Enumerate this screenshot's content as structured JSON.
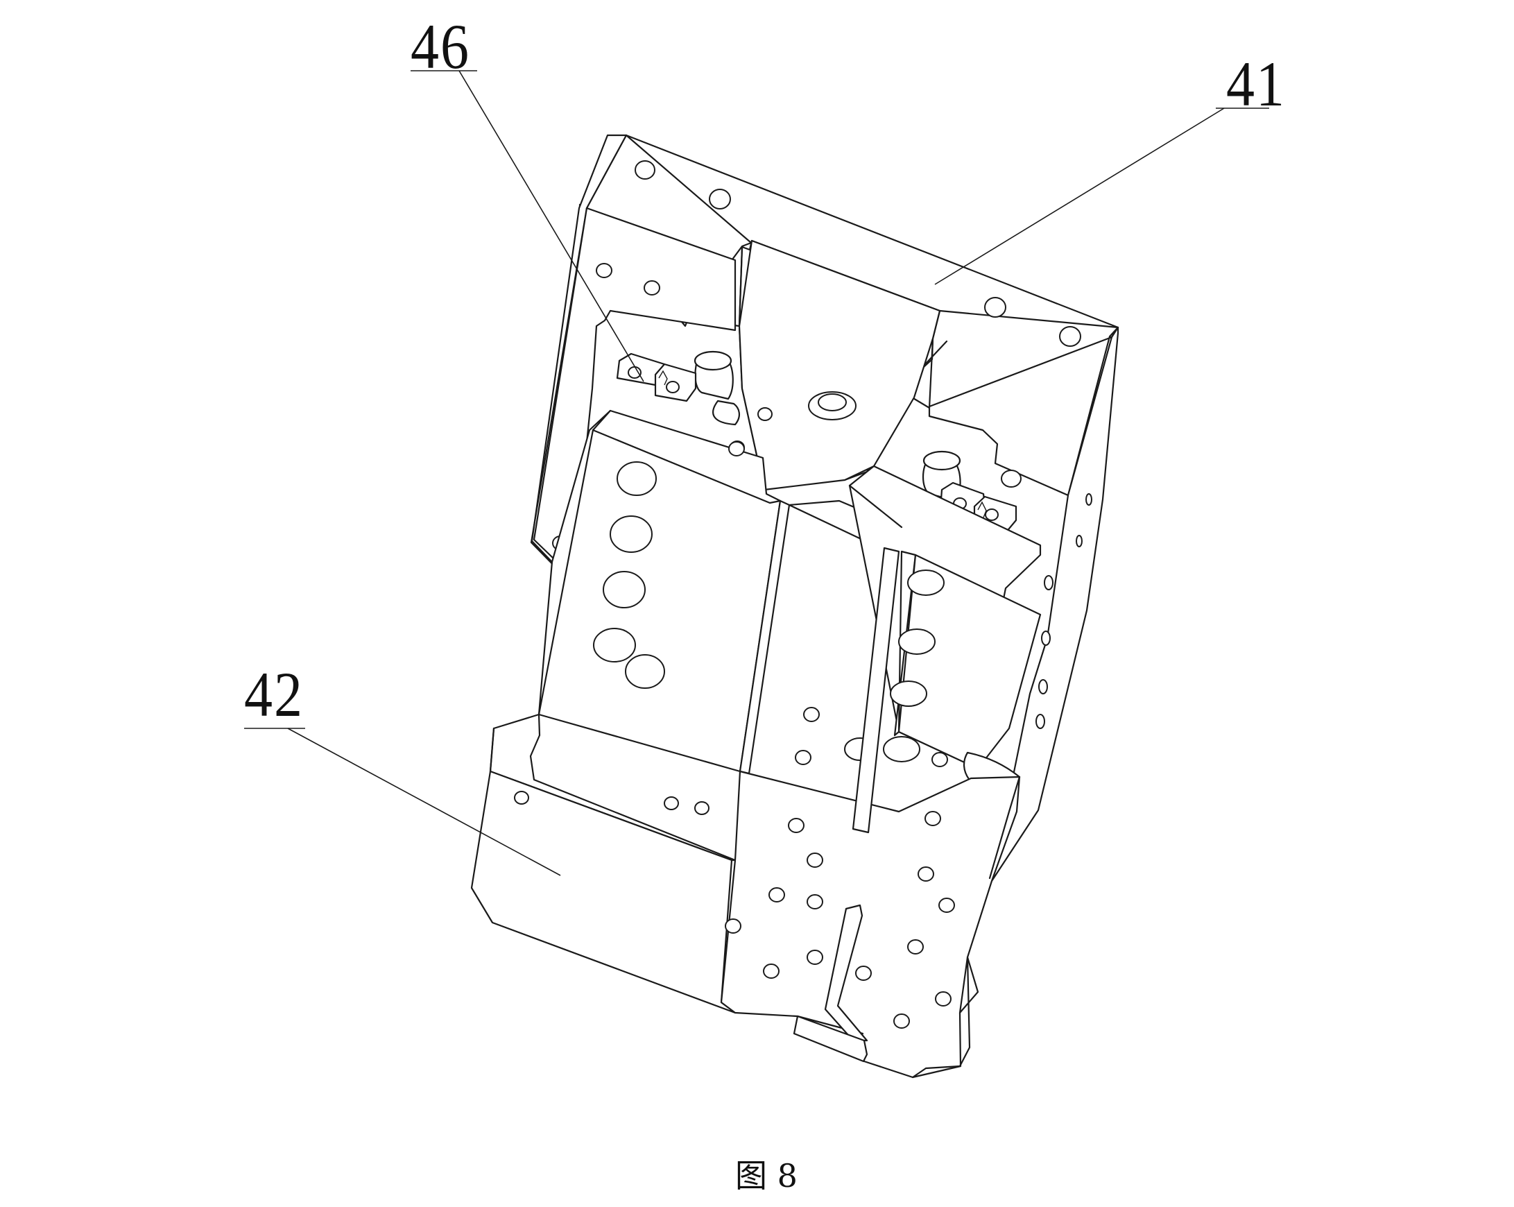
{
  "figure": {
    "caption": "图 8",
    "labels": {
      "part_41": "41",
      "part_42": "42",
      "part_46": "46"
    }
  }
}
